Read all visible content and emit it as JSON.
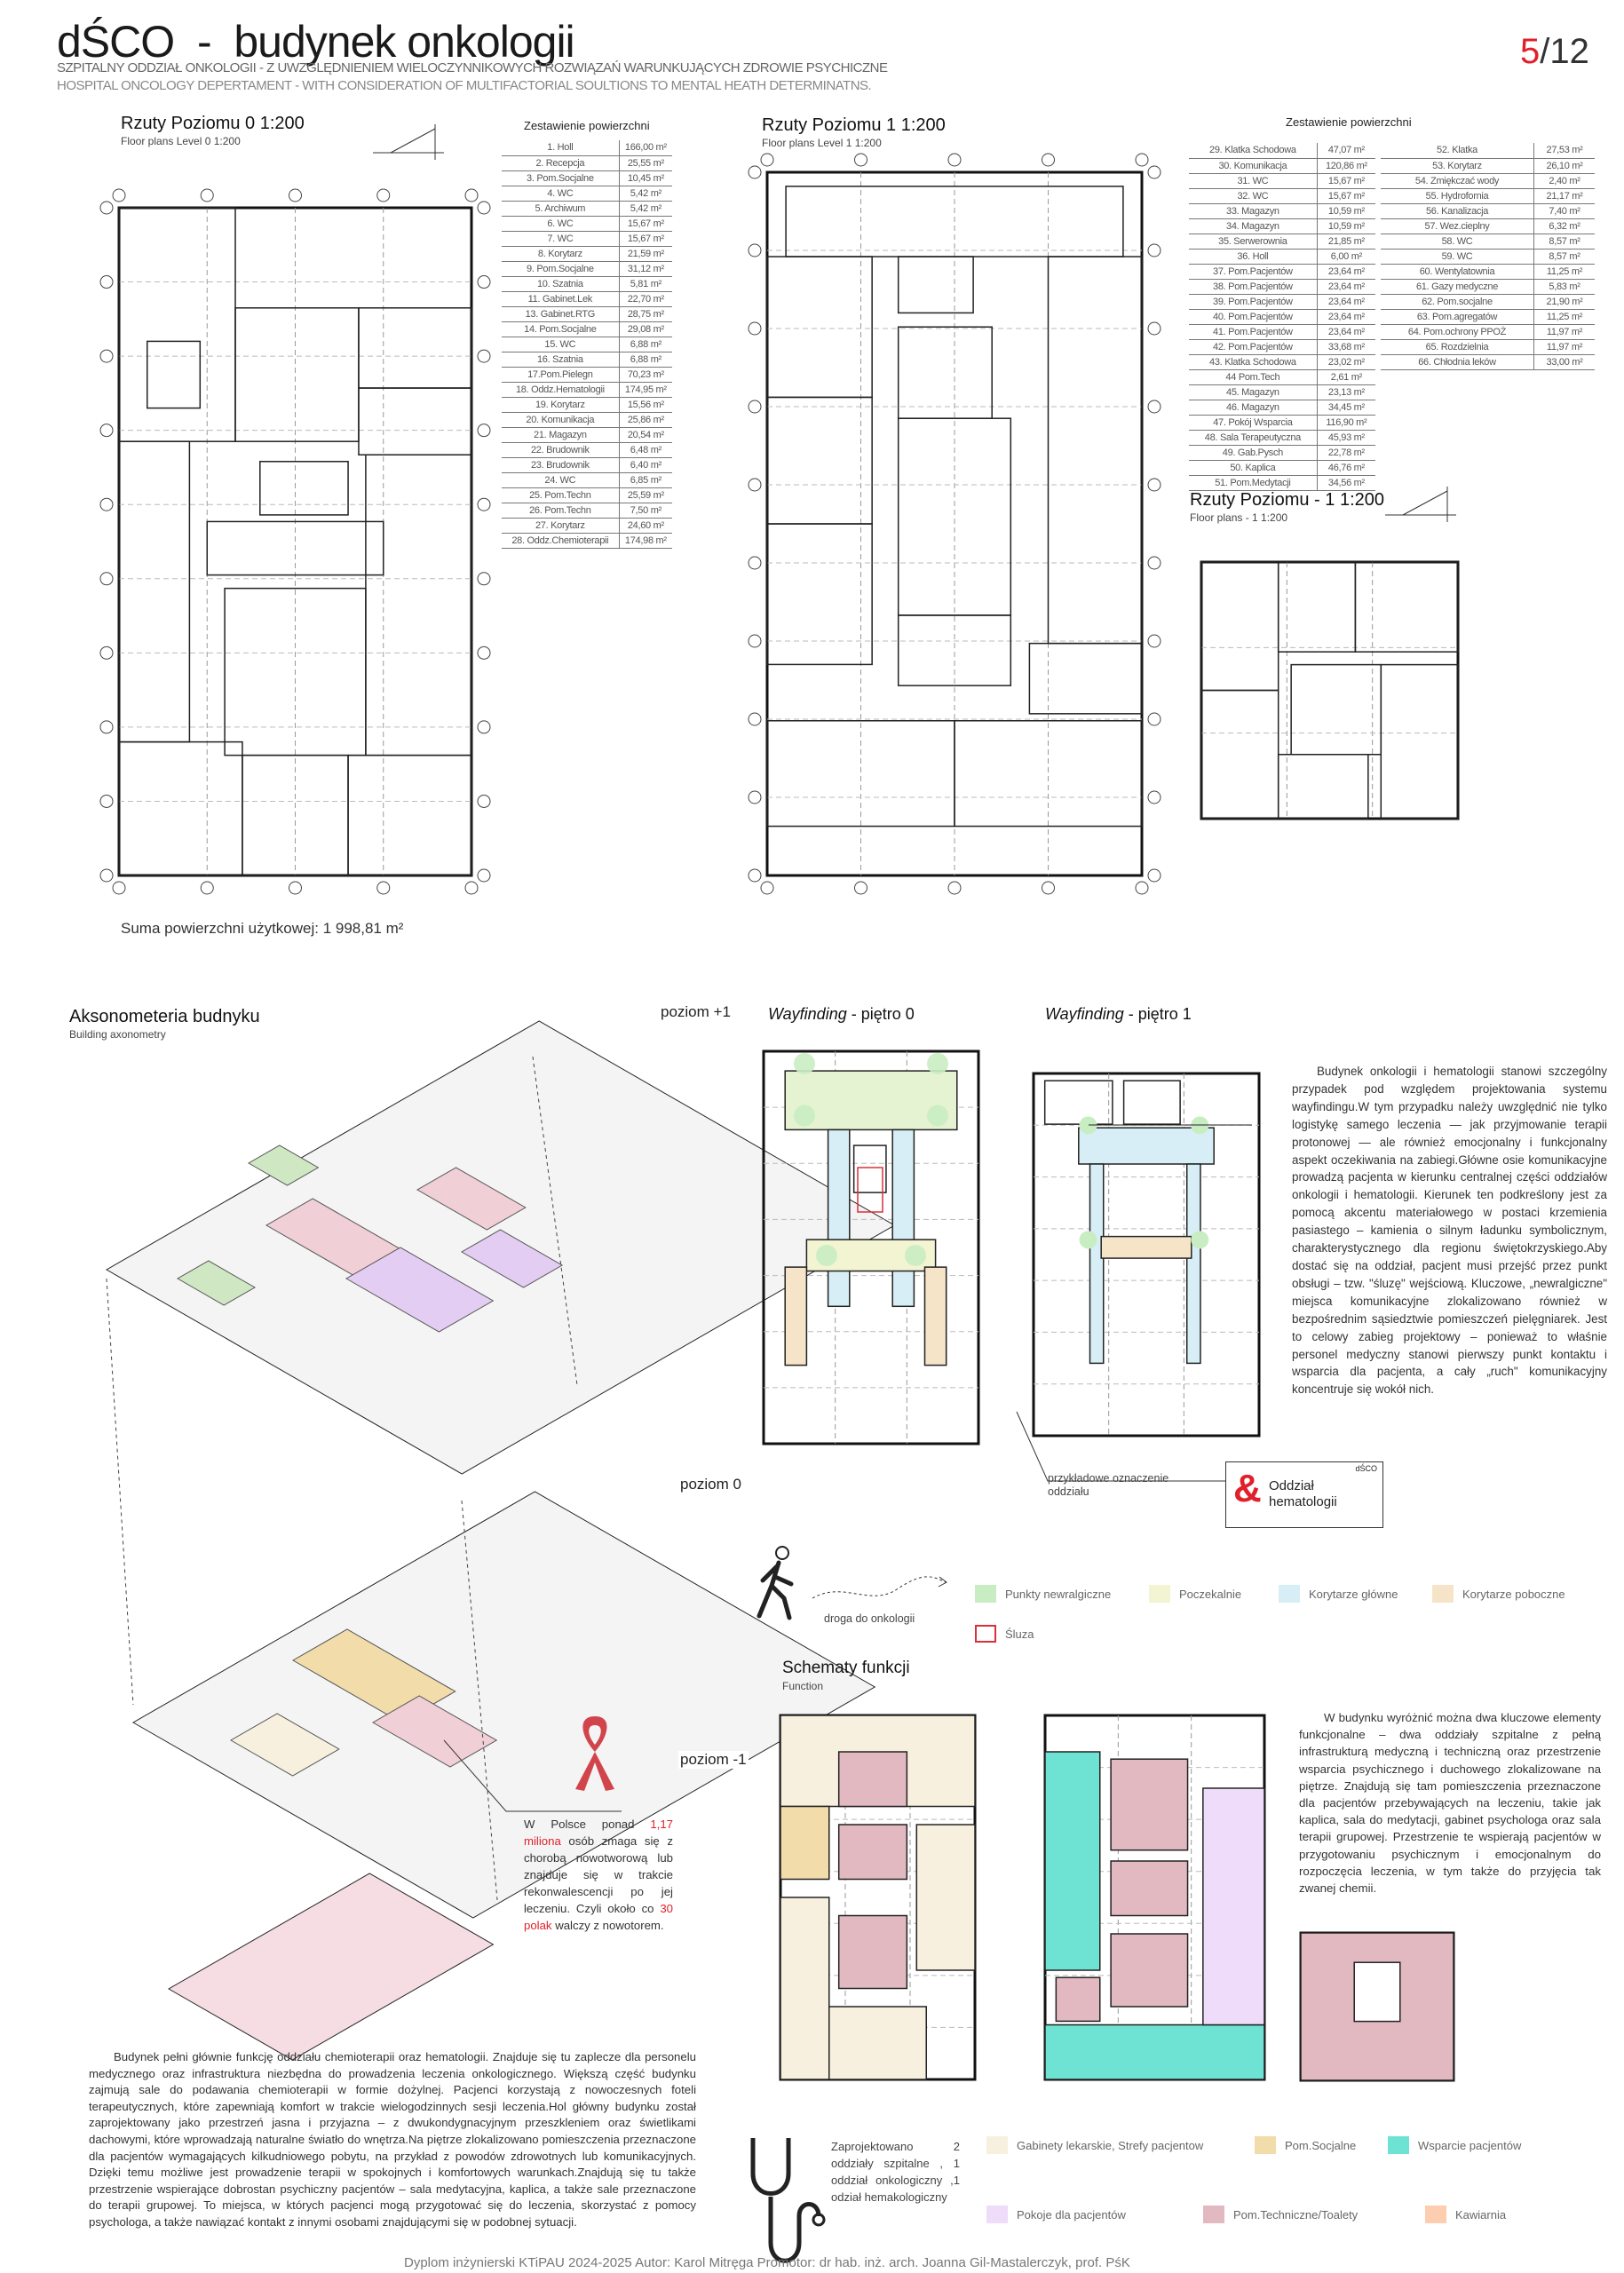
{
  "header": {
    "title": "dŚCO  -  budynek onkologii",
    "subtitle_pl": "SZPITALNY ODDZIAŁ ONKOLOGII - Z UWZGLĘDNIENIEM WIELOCZYNNIKOWYCH ROZWIĄZAŃ WARUNKUJĄCYCH ZDROWIE PSYCHICZNE",
    "subtitle_en": "HOSPITAL ONCOLOGY DEPERTAMENT - WITH CONSIDERATION OF MULTIFACTORIAL SOULTIONS TO MENTAL HEATH DETERMINATNS.",
    "page_current": "5",
    "page_total": "/12"
  },
  "level0": {
    "title": "Rzuty Poziomu 0 1:200",
    "subtitle": "Floor plans Level 0 1:200",
    "total": "Suma powierzchni użytkowej:  1 998,81 m²",
    "table_title": "Zestawienie powierzchni",
    "rooms": [
      [
        "1. Holl",
        "166,00 m²"
      ],
      [
        "2. Recepcja",
        "25,55 m²"
      ],
      [
        "3. Pom.Socjalne",
        "10,45 m²"
      ],
      [
        "4. WC",
        "5,42 m²"
      ],
      [
        "5. Archiwum",
        "5,42 m²"
      ],
      [
        "6. WC",
        "15,67 m²"
      ],
      [
        "7. WC",
        "15,67 m²"
      ],
      [
        "8. Korytarz",
        "21,59 m²"
      ],
      [
        "9. Pom.Socjalne",
        "31,12 m²"
      ],
      [
        "10. Szatnia",
        "5,81 m²"
      ],
      [
        "11. Gabinet.Lek",
        "22,70 m²"
      ],
      [
        "13. Gabinet.RTG",
        "28,75 m²"
      ],
      [
        "14. Pom.Socjalne",
        "29,08 m²"
      ],
      [
        "15. WC",
        "6,88 m²"
      ],
      [
        "16. Szatnia",
        "6,88 m²"
      ],
      [
        "17.Pom.Pielegn",
        "70,23 m²"
      ],
      [
        "18. Oddz.Hematologii",
        "174,95 m²"
      ],
      [
        "19. Korytarz",
        "15,56 m²"
      ],
      [
        "20. Komunikacja",
        "25,86 m²"
      ],
      [
        "21. Magazyn",
        "20,54 m²"
      ],
      [
        "22. Brudownik",
        "6,48 m²"
      ],
      [
        "23. Brudownik",
        "6,40 m²"
      ],
      [
        "24. WC",
        "6,85 m²"
      ],
      [
        "25. Pom.Techn",
        "25,59 m²"
      ],
      [
        "26. Pom.Techn",
        "7,50 m²"
      ],
      [
        "27. Korytarz",
        "24,60 m²"
      ],
      [
        "28. Oddz.Chemioterapii",
        "174,98 m²"
      ]
    ]
  },
  "level1": {
    "title": "Rzuty Poziomu 1 1:200",
    "subtitle": "Floor plans Level 1 1:200",
    "table_title": "Zestawienie powierzchni",
    "rooms_a": [
      [
        "29. Klatka Schodowa",
        "47,07 m²"
      ],
      [
        "30. Komunikacja",
        "120,86 m²"
      ],
      [
        "31. WC",
        "15,67 m²"
      ],
      [
        "32. WC",
        "15,67 m²"
      ],
      [
        "33. Magazyn",
        "10,59 m²"
      ],
      [
        "34. Magazyn",
        "10,59 m²"
      ],
      [
        "35. Serwerownia",
        "21,85 m²"
      ],
      [
        "36. Holl",
        "6,00 m²"
      ],
      [
        "37. Pom.Pacjentów",
        "23,64 m²"
      ],
      [
        "38. Pom.Pacjentów",
        "23,64 m²"
      ],
      [
        "39. Pom.Pacjentów",
        "23,64 m²"
      ],
      [
        "40. Pom.Pacjentów",
        "23,64 m²"
      ],
      [
        "41. Pom.Pacjentów",
        "23,64 m²"
      ],
      [
        "42. Pom.Pacjentów",
        "33,68 m²"
      ],
      [
        "43. Klatka Schodowa",
        "23,02 m²"
      ],
      [
        "44 Pom.Tech",
        "2,61 m²"
      ],
      [
        "45. Magazyn",
        "23,13 m²"
      ],
      [
        "46. Magazyn",
        "34,45 m²"
      ],
      [
        "47. Pokój Wsparcia",
        "116,90 m²"
      ],
      [
        "48. Sala Terapeutyczna",
        "45,93 m²"
      ],
      [
        "49. Gab.Pysch",
        "22,78 m²"
      ],
      [
        "50. Kaplica",
        "46,76 m²"
      ],
      [
        "51. Pom.Medytacji",
        "34,56 m²"
      ]
    ],
    "rooms_b": [
      [
        "52. Klatka",
        "27,53 m²"
      ],
      [
        "53. Korytarz",
        "26,10 m²"
      ],
      [
        "54. Zmiękczać wody",
        "2,40 m²"
      ],
      [
        "55. Hydrofornia",
        "21,17 m²"
      ],
      [
        "56. Kanalizacja",
        "7,40 m²"
      ],
      [
        "57. Wez.cieplny",
        "6,32 m²"
      ],
      [
        "58. WC",
        "8,57 m²"
      ],
      [
        "59. WC",
        "8,57 m²"
      ],
      [
        "60. Wentylatownia",
        "11,25 m²"
      ],
      [
        "61. Gazy medyczne",
        "5,83 m²"
      ],
      [
        "62. Pom.socjalne",
        "21,90 m²"
      ],
      [
        "63. Pom.agregatów",
        "11,25 m²"
      ],
      [
        "64. Pom.ochrony PPOŻ",
        "11,97 m²"
      ],
      [
        "65. Rozdzielnia",
        "11,97 m²"
      ],
      [
        "66. Chłodnia leków",
        "33,00 m²"
      ]
    ]
  },
  "level_minus1": {
    "title": "Rzuty Poziomu - 1 1:200",
    "subtitle": "Floor plans - 1 1:200"
  },
  "axonometry": {
    "title": "Aksonometeria budnyku",
    "subtitle": "Building axonometry",
    "level_plus1": "poziom +1",
    "level_0": "poziom 0",
    "level_minus1": "poziom -1",
    "stat_parts": [
      "W Polsce ponad ",
      "1,17 miliona",
      " osób zmaga się z chorobą nowotworową lub znajduje się w trakcie rekonwalescencji po jej leczeniu. Czyli około co ",
      "30 polak",
      " walczy z nowotorem."
    ]
  },
  "wayfinding": {
    "title0_italic": "Wayfinding",
    "title0_rest": " - piętro 0",
    "title1_italic": "Wayfinding",
    "title1_rest": " - piętro 1",
    "text": "Budynek onkologii i hematologii stanowi szczególny przypadek pod względem projektowania systemu wayfindingu.W tym przypadku należy uwzględnić nie tylko logistykę samego leczenia — jak przyjmowanie terapii protonowej — ale również emocjonalny i funkcjonalny aspekt oczekiwania na zabiegi.Główne osie komunikacyjne prowadzą pacjenta w kierunku centralnej części oddziałów onkologii i hematologii. Kierunek ten podkreślony jest za pomocą akcentu materiałowego w postaci krzemienia pasiastego – kamienia o silnym ładunku symbolicznym, charakterystycznego dla regionu świętokrzyskiego.Aby dostać się na oddział, pacjent musi przejść przez punkt obsługi – tzw. \"śluzę\" wejściową. Kluczowe, „newralgiczne\" miejsca komunikacyjne zlokalizowano również w bezpośrednim sąsiedztwie pomieszczeń pielęgniarek. Jest to celowy zabieg projektowy – ponieważ to właśnie personel medyczny stanowi pierwszy punkt kontaktu i wsparcia dla pacjenta, a cały „ruch\" komunikacyjny koncentruje się wokół nich.",
    "sign_caption": "przykładowe oznaczenie oddziału",
    "sign_brand": "dŚCO",
    "sign_symbol": "&",
    "sign_label": "Oddział hematologii",
    "path_label": "droga do onkologii",
    "legend": [
      {
        "label": "Punkty newralgiczne",
        "color": "#c9edc2"
      },
      {
        "label": "Poczekalnie",
        "color": "#f3f4d2"
      },
      {
        "label": "Korytarze główne",
        "color": "#d7eef6"
      },
      {
        "label": "Korytarze poboczne",
        "color": "#f6e4c9"
      }
    ],
    "sluza": {
      "label": "Śluza",
      "color": "#d9303a"
    }
  },
  "functions": {
    "title": "Schematy funkcji",
    "subtitle": "Function",
    "text": "W budynku wyróżnić można dwa kluczowe elementy funkcjonalne – dwa oddziały szpitalne z pełną infrastrukturą medyczną i techniczną oraz przestrzenie wsparcia psychicznego i duchowego zlokalizowane na piętrze. Znajdują się tam pomieszczenia przeznaczone dla pacjentów przebywających na leczeniu, takie jak kaplica, sala do medytacji, gabinet psychologa oraz sala terapii grupowej. Przestrzenie te wspierają pacjentów w przygotowaniu psychicznym i emocjonalnym do rozpoczęcia leczenia, w tym także do przyjęcia tak zwanej chemii.",
    "units_note": "Zaprojektowano 2 oddziały szpitalne , 1 oddział onkologiczny ,1 odział hemakologiczny",
    "legend": [
      {
        "label": "Gabinety lekarskie, Strefy pacjentow",
        "color": "#f8f0de"
      },
      {
        "label": "Pom.Socjalne",
        "color": "#f2dcaa"
      },
      {
        "label": "Wsparcie pacjentów",
        "color": "#6fe3d3"
      },
      {
        "label": "Pokoje dla pacjentów",
        "color": "#eedcfa"
      },
      {
        "label": "Pom.Techniczne/Toalety",
        "color": "#e3b9c1"
      },
      {
        "label": "Kawiarnia",
        "color": "#fccdaf"
      }
    ]
  },
  "description": "Budynek pełni głównie funkcję oddziału chemioterapii oraz hematologii. Znajduje się tu zaplecze dla personelu medycznego oraz infrastruktura niezbędna do prowadzenia leczenia onkologicznego. Większą część budynku zajmują sale do podawania chemioterapii w formie dożylnej. Pacjenci korzystają z nowoczesnych foteli terapeutycznych, które zapewniają komfort w trakcie wielogodzinnych sesji leczenia.Hol główny budynku został zaprojektowany jako przestrzeń jasna i przyjazna – z dwukondygnacyjnym przeszkleniem oraz świetlikami dachowymi, które wprowadzają naturalne światło do wnętrza.Na piętrze zlokalizowano pomieszczenia przeznaczone dla pacjentów wymagających kilkudniowego pobytu, na przykład z powodów zdrowotnych lub komunikacyjnych. Dzięki temu możliwe jest prowadzenie terapii w spokojnych i komfortowych warunkach.Znajdują się tu także przestrzenie wspierające dobrostan psychiczny pacjentów – sala medytacyjna, kaplica, a także sale przeznaczone do terapii grupowej. To miejsca, w których pacjenci mogą przygotować się do leczenia, skorzystać z pomocy psychologa, a także nawiązać kontakt z innymi osobami znajdującymi się w podobnej sytuacji.",
  "footer": "Dyplom inżynierski  KTiPAU 2024-2025 Autor: Karol Mitręga Promotor:  dr hab. inż. arch. Joanna Gil-Mastalerczyk, prof. PśK"
}
